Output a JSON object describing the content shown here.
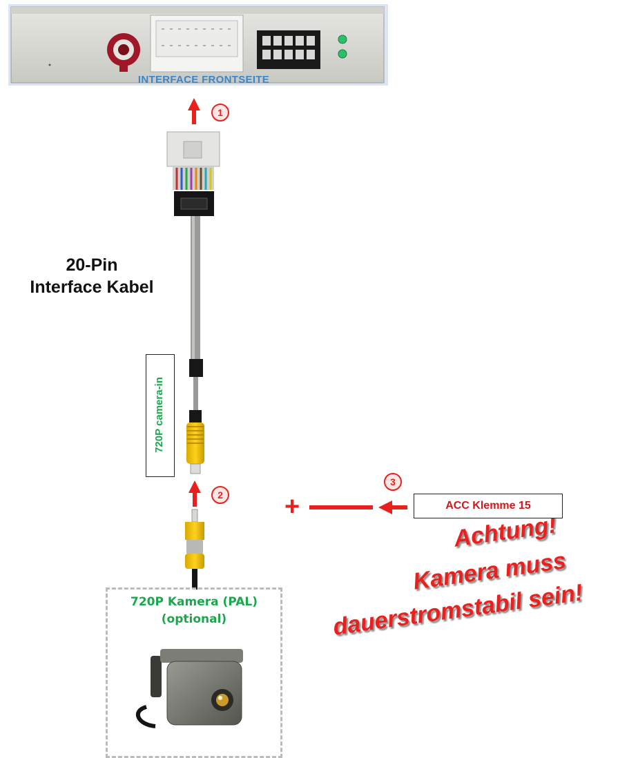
{
  "interface": {
    "label": "INTERFACE  FRONTSEITE"
  },
  "steps": [
    "1",
    "2",
    "3"
  ],
  "cable": {
    "line1": "20-Pin",
    "line2": "Interface Kabel"
  },
  "connector": {
    "label": "720P camera-in"
  },
  "camera": {
    "title": "720P Kamera (PAL)",
    "subtitle": "(optional)"
  },
  "warning": {
    "line1": "Achtung!",
    "line2": "Kamera muss",
    "line3": "dauerstromstabil sein!"
  },
  "power": {
    "plus": "+",
    "source": "ACC Klemme 15"
  },
  "colors": {
    "accent_red": "#e8211f",
    "label_green": "#1aa84d",
    "interface_blue": "#3a86c8"
  }
}
